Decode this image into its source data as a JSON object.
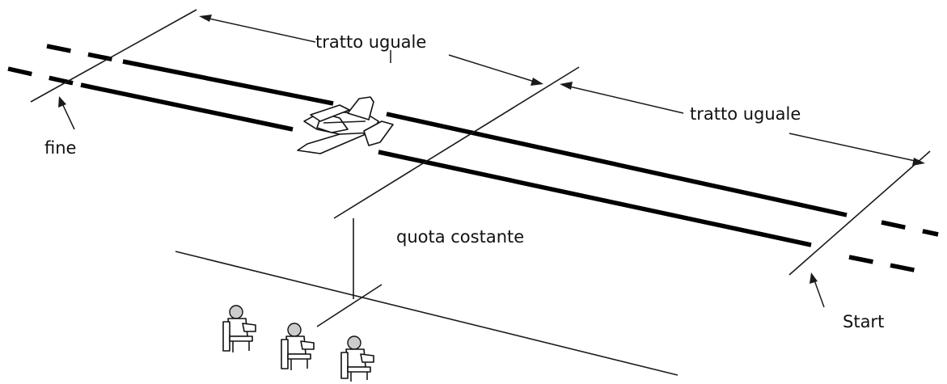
{
  "labels": {
    "equal_top": "tratto uguale",
    "equal_right": "tratto uguale",
    "end": "fine",
    "constant_altitude": "quota costante",
    "start": "Start"
  }
}
